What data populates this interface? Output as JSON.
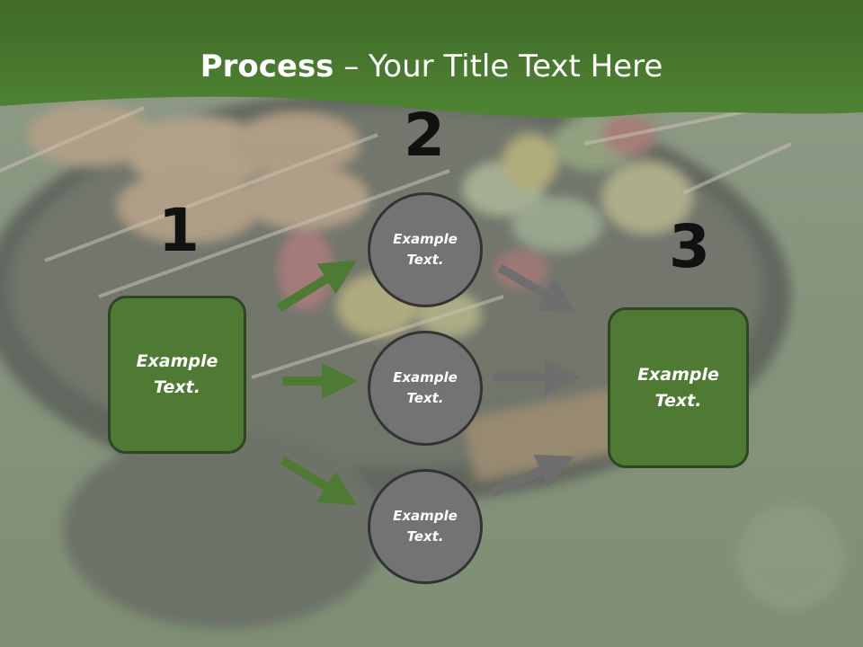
{
  "title": {
    "bold": "Process",
    "rest": " – Your Title Text Here"
  },
  "steps": [
    {
      "number": "1",
      "label": "Example\nText."
    },
    {
      "number": "2",
      "items": [
        {
          "label": "Example\nText."
        },
        {
          "label": "Example\nText."
        },
        {
          "label": "Example\nText."
        }
      ]
    },
    {
      "number": "3",
      "label": "Example\nText."
    }
  ],
  "colors": {
    "header_green": "#4a7a2e",
    "box_green": "#4f7a34",
    "circle_gray": "#737373",
    "arrow_green": "#4f7a34",
    "arrow_gray": "#6e6e6e"
  }
}
